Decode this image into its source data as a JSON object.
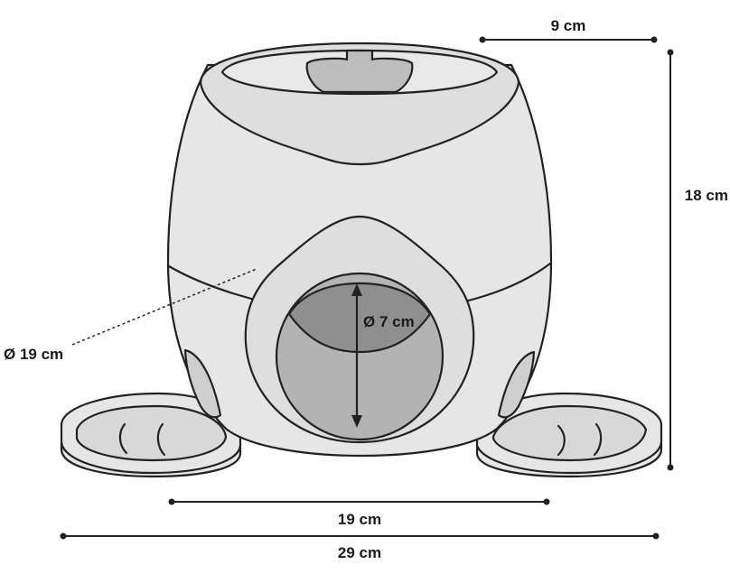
{
  "labels": {
    "top_width": "9 cm",
    "height": "18 cm",
    "body_diameter": "Ø 19 cm",
    "opening_diameter": "Ø 7 cm",
    "base_width": "19 cm",
    "total_width": "29 cm"
  },
  "colors": {
    "body_fill": "#e6e6e6",
    "cap_fill": "#dcdcdc",
    "tab_fill": "#bdbdbd",
    "opening_upper": "#8f8f8f",
    "opening_lower": "#b3b3b3",
    "line": "#222222"
  }
}
